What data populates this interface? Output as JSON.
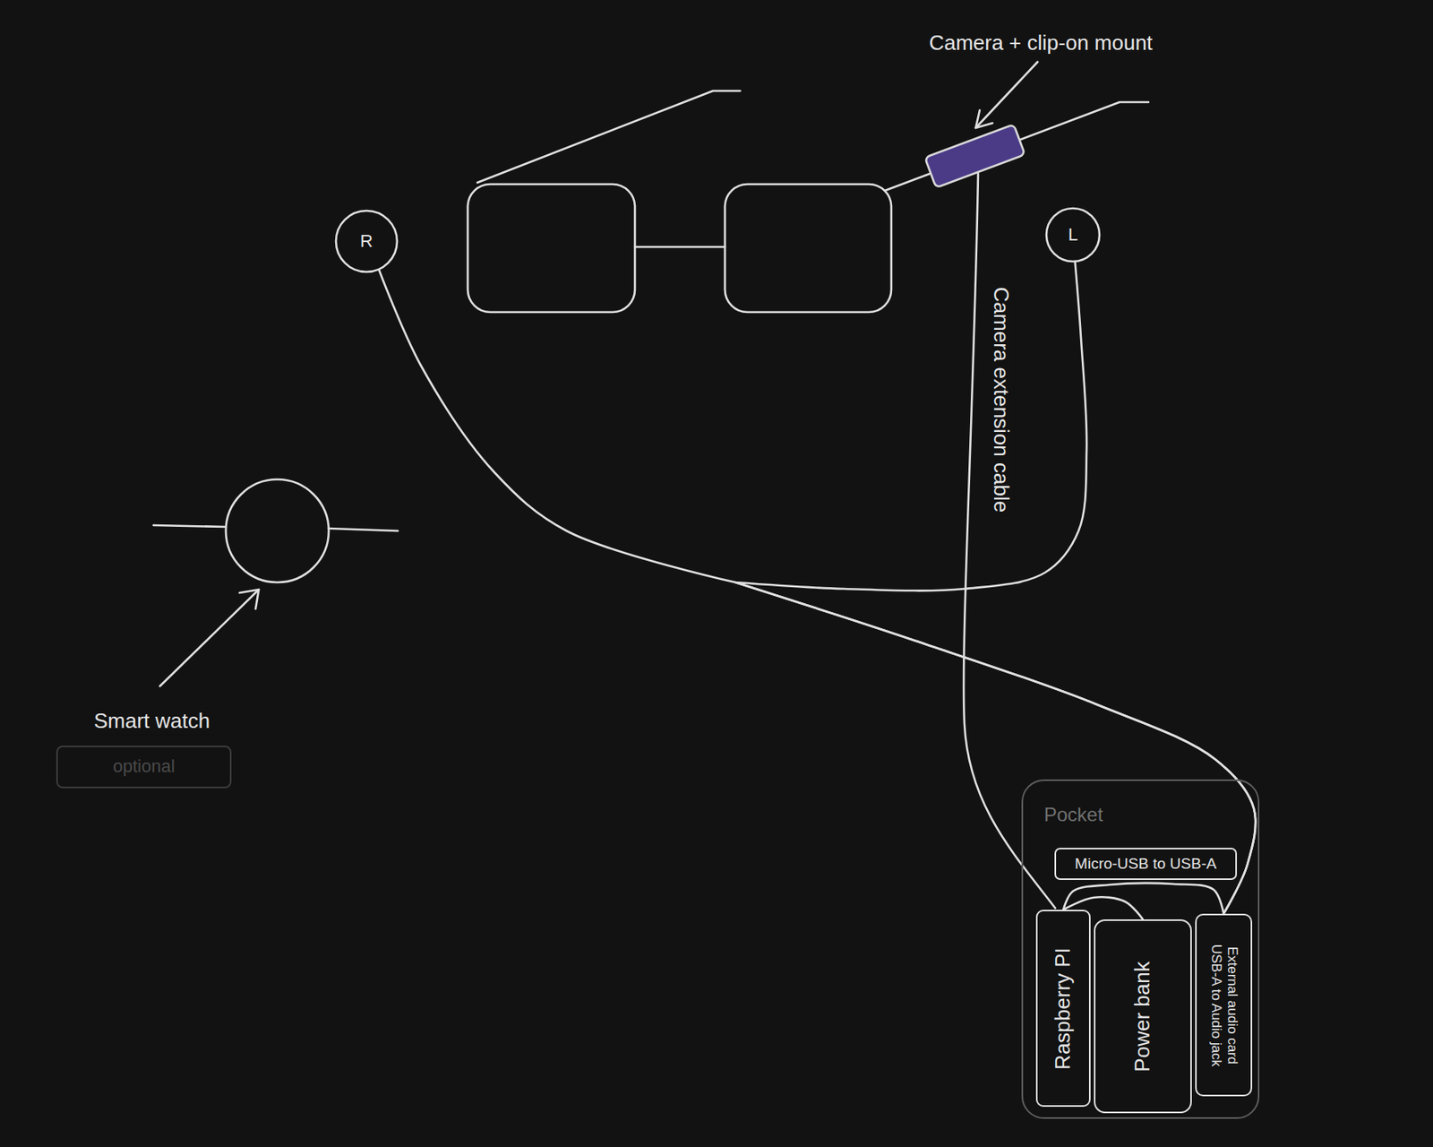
{
  "diagram": {
    "nodes": [
      {
        "text": [
          "R"
        ]
      },
      {
        "text": [
          "L"
        ]
      },
      {
        "text": [
          "optional"
        ]
      },
      {
        "text": [
          "Pocket"
        ]
      },
      {
        "text": [
          "Micro-USB to USB-A"
        ],
        "in": 3
      },
      {
        "text": [
          "Raspberry PI"
        ],
        "in": 3
      },
      {
        "text": [
          "Power bank"
        ],
        "in": 3
      },
      {
        "text": [
          "External audio card USB-A to Audio jack"
        ],
        "in": 3
      }
    ],
    "edges": [
      {
        "from": 0,
        "to": 7,
        "arrow": "none"
      },
      {
        "from": 1,
        "to": 7,
        "arrow": "none"
      },
      {
        "from": 5,
        "to": 6,
        "arrow": "none"
      },
      {
        "from": 5,
        "to": 7,
        "arrow": "none"
      }
    ],
    "labels": [
      "Camera + clip-on mount",
      "Camera extension cable",
      "Smart watch"
    ]
  }
}
